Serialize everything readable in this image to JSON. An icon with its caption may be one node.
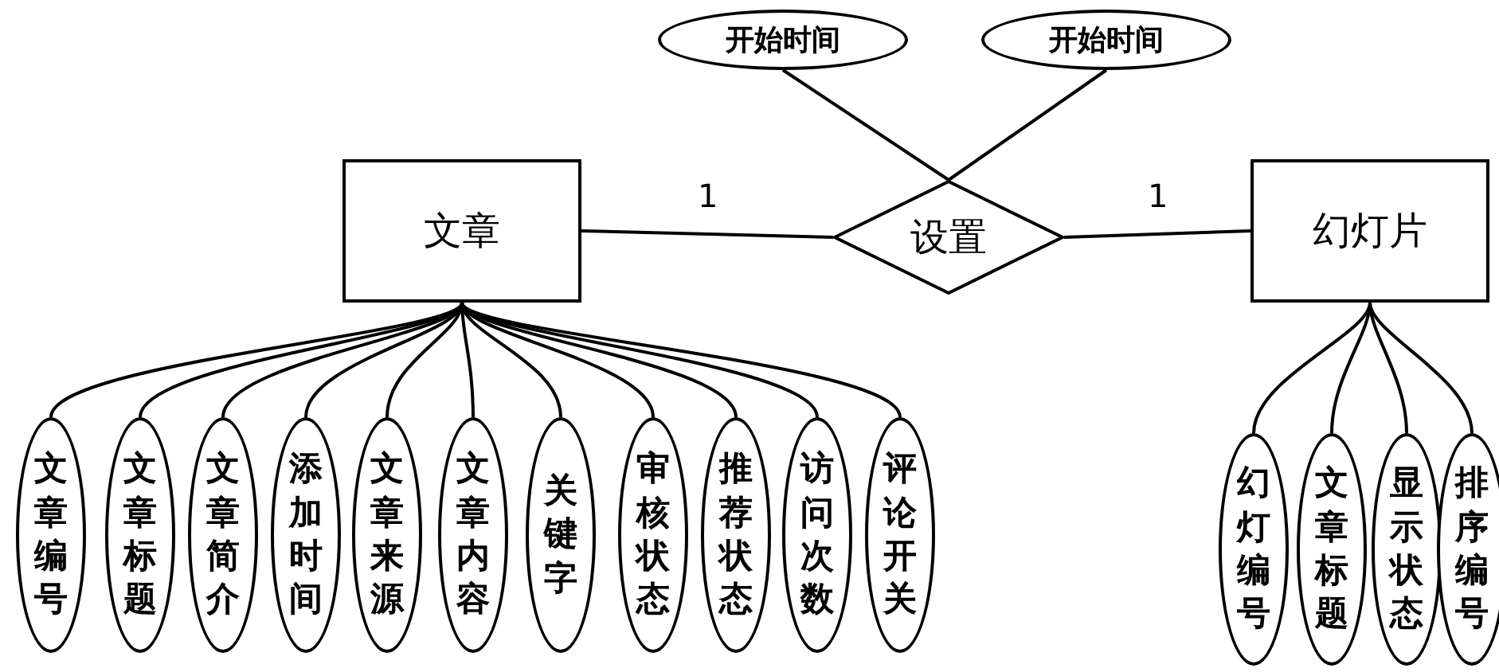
{
  "diagram": {
    "nodes": [
      {
        "text": [
          "开始时间"
        ]
      },
      {
        "text": [
          "开始时间"
        ]
      },
      {
        "text": [
          "文章"
        ]
      },
      {
        "text": [
          "设置"
        ]
      },
      {
        "text": [
          "幻灯片"
        ]
      },
      {
        "text": [
          "文章编号"
        ]
      },
      {
        "text": [
          "文章标题"
        ]
      },
      {
        "text": [
          "文章简介"
        ]
      },
      {
        "text": [
          "添加时间"
        ]
      },
      {
        "text": [
          "文章来源"
        ]
      },
      {
        "text": [
          "文章内容"
        ]
      },
      {
        "text": [
          "关键字"
        ]
      },
      {
        "text": [
          "审核状态"
        ]
      },
      {
        "text": [
          "推荐状态"
        ]
      },
      {
        "text": [
          "访问次数"
        ]
      },
      {
        "text": [
          "评论开关"
        ]
      },
      {
        "text": [
          "幻灯编号"
        ]
      },
      {
        "text": [
          "文章标题"
        ]
      },
      {
        "text": [
          "显示状态"
        ]
      },
      {
        "text": [
          "排序编号"
        ]
      }
    ],
    "edges": [
      {
        "from": 2,
        "to": 3,
        "arrow": "none",
        "label": "1"
      },
      {
        "from": 3,
        "to": 4,
        "arrow": "none",
        "label": "1"
      },
      {
        "from": 0,
        "to": 3,
        "arrow": "none"
      },
      {
        "from": 1,
        "to": 3,
        "arrow": "none"
      },
      {
        "from": 2,
        "to": 5,
        "arrow": "none"
      },
      {
        "from": 2,
        "to": 6,
        "arrow": "none"
      },
      {
        "from": 2,
        "to": 7,
        "arrow": "none"
      },
      {
        "from": 2,
        "to": 8,
        "arrow": "none"
      },
      {
        "from": 2,
        "to": 9,
        "arrow": "none"
      },
      {
        "from": 2,
        "to": 10,
        "arrow": "none"
      },
      {
        "from": 2,
        "to": 11,
        "arrow": "none"
      },
      {
        "from": 2,
        "to": 12,
        "arrow": "none"
      },
      {
        "from": 2,
        "to": 13,
        "arrow": "none"
      },
      {
        "from": 2,
        "to": 14,
        "arrow": "none"
      },
      {
        "from": 2,
        "to": 15,
        "arrow": "none"
      },
      {
        "from": 4,
        "to": 16,
        "arrow": "none"
      },
      {
        "from": 4,
        "to": 17,
        "arrow": "none"
      },
      {
        "from": 4,
        "to": 18,
        "arrow": "none"
      },
      {
        "from": 4,
        "to": 19,
        "arrow": "none"
      }
    ]
  }
}
